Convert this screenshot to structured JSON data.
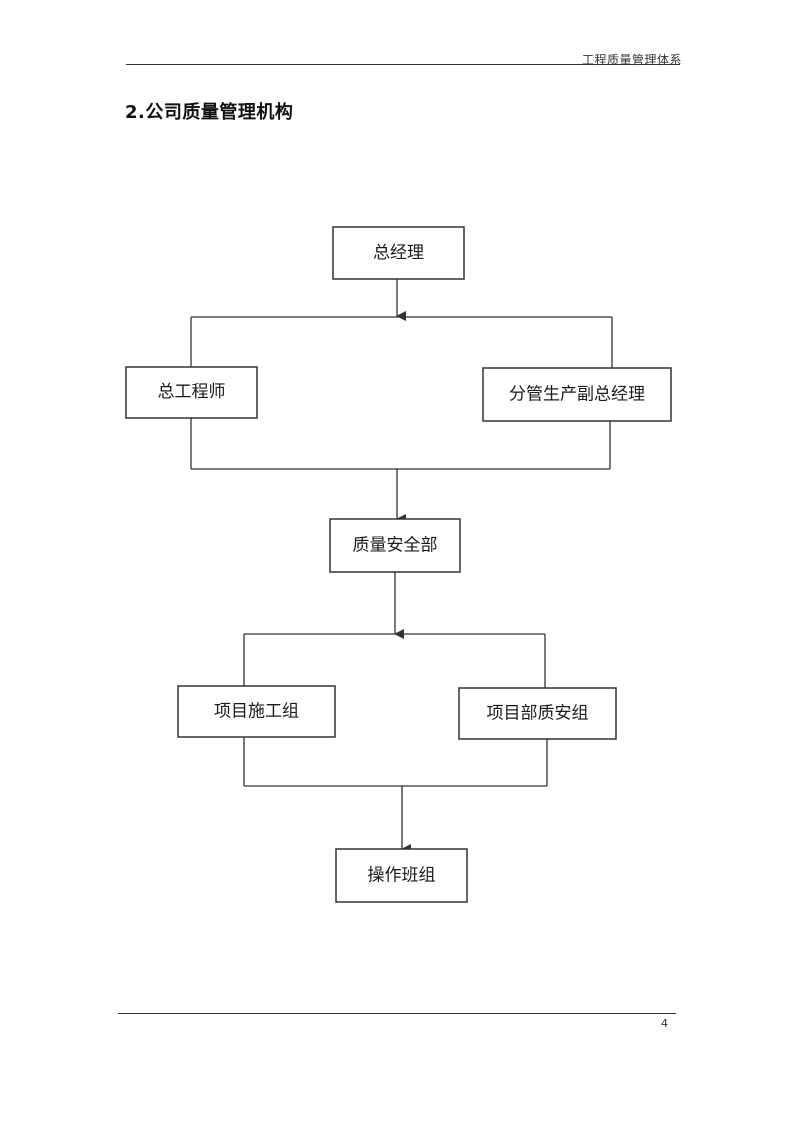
{
  "header": {
    "title": "工程质量管理体系"
  },
  "section": {
    "title": "2.公司质量管理机构"
  },
  "org_chart": {
    "nodes": {
      "general_manager": "总经理",
      "chief_engineer": "总工程师",
      "deputy_gm_production": "分管生产副总经理",
      "quality_safety_dept": "质量安全部",
      "project_construction_group": "项目施工组",
      "project_quality_safety_group": "项目部质安组",
      "operation_team": "操作班组"
    }
  },
  "footer": {
    "page_number": "4"
  }
}
